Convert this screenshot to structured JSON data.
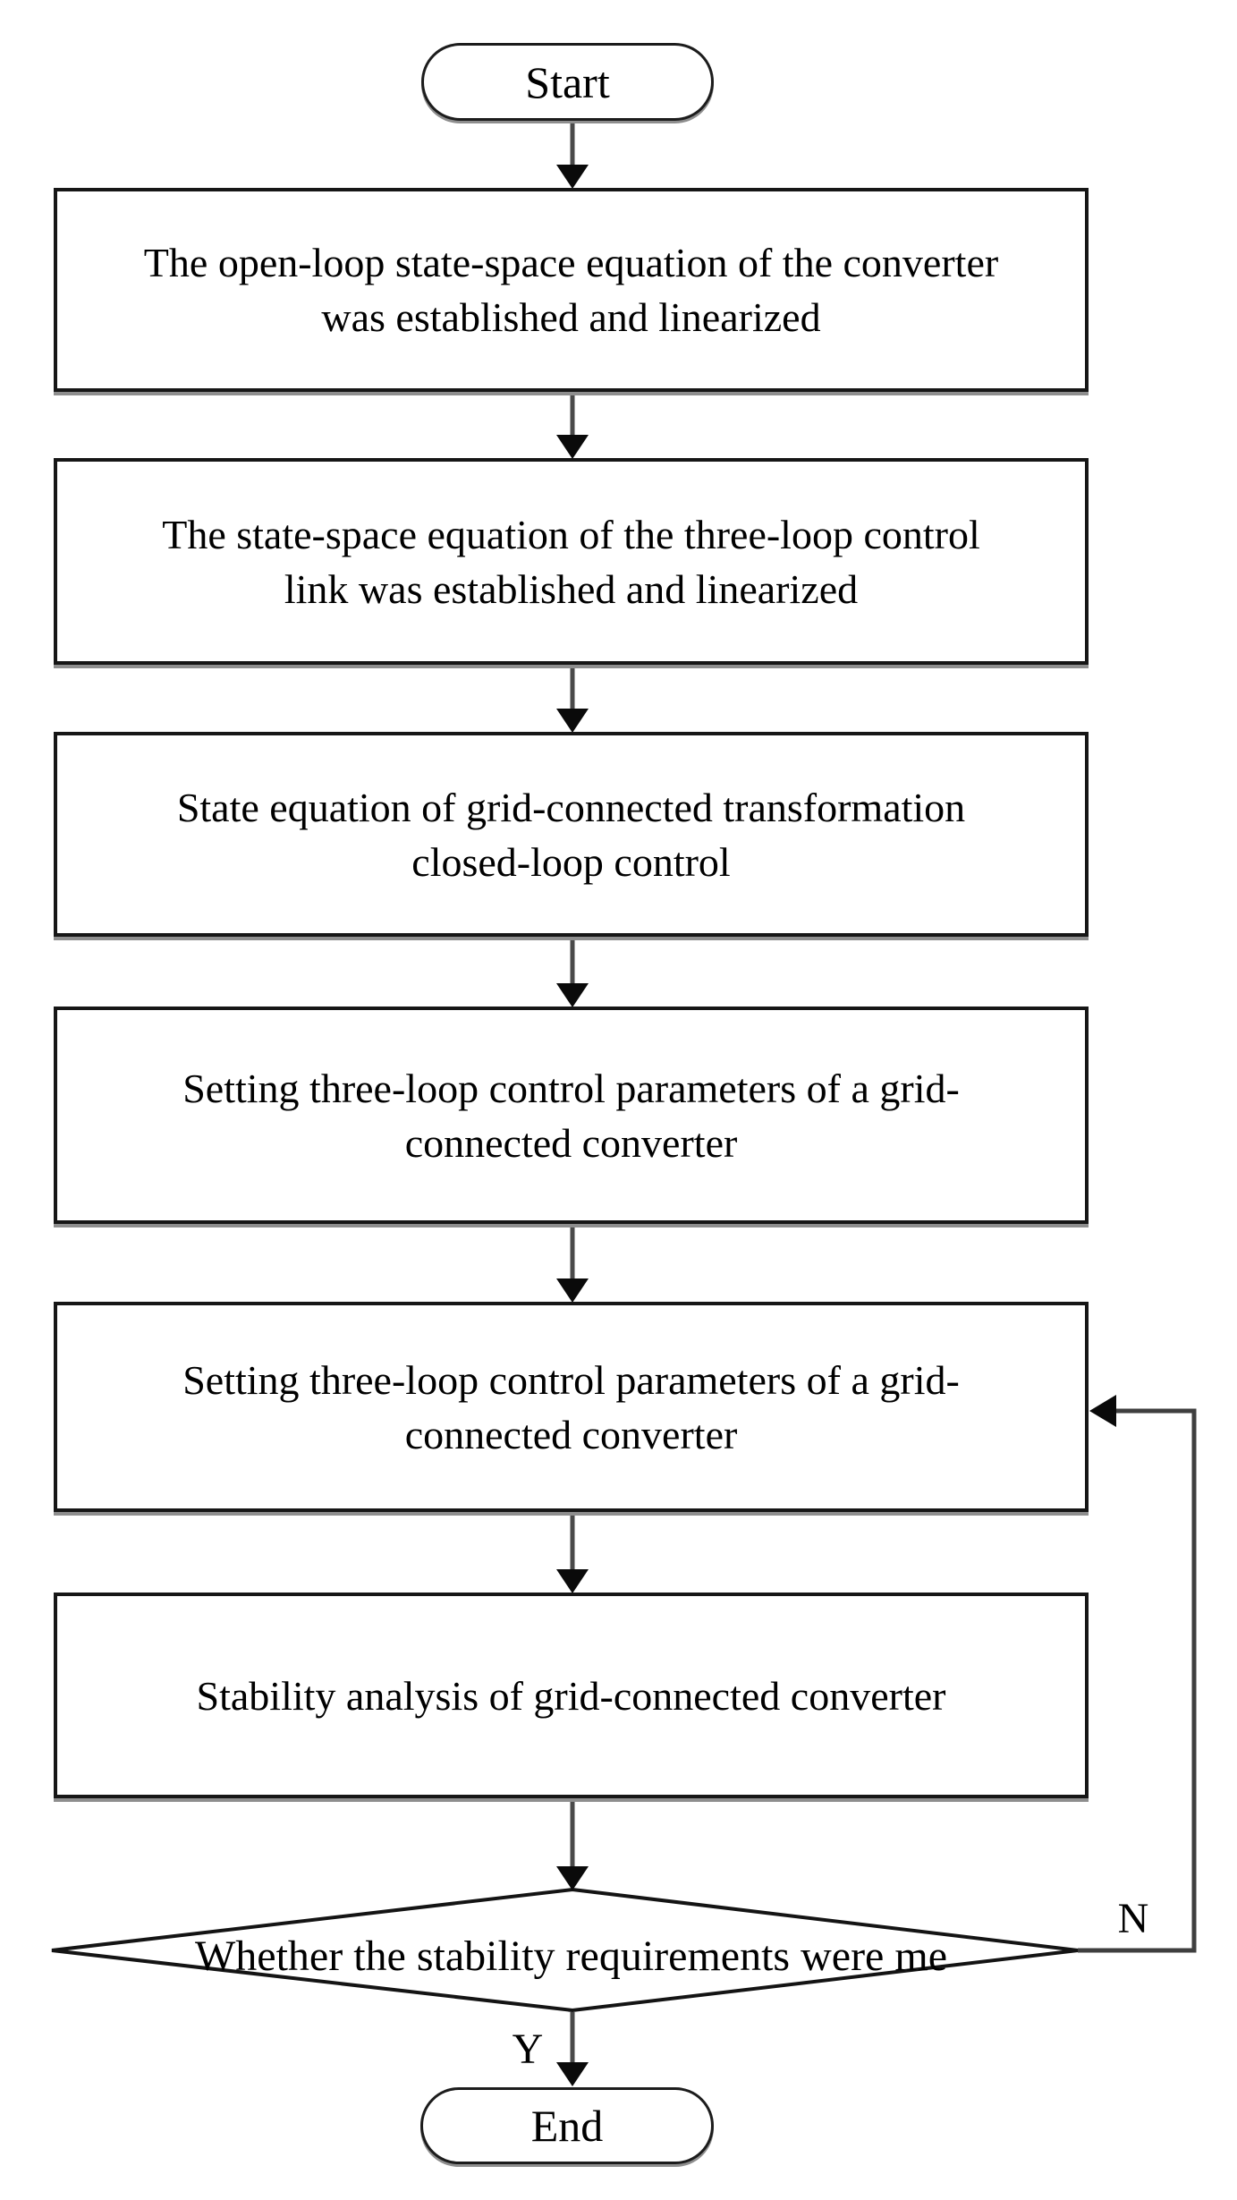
{
  "figure": {
    "start_label": "Start",
    "end_label": "End",
    "steps": [
      "The open-loop state-space equation of the converter\nwas established and linearized",
      "The state-space equation of the three-loop control\nlink was established and linearized",
      "State equation of grid-connected transformation\nclosed-loop control",
      "Setting three-loop control parameters of a grid-\nconnected converter",
      "Setting three-loop control parameters of a grid-\nconnected converter",
      "Stability analysis of grid-connected converter"
    ],
    "decision": {
      "text": "Whether the stability requirements were me",
      "no_label": "N",
      "yes_label": "Y"
    },
    "colors": {
      "background": "#ffffff",
      "box_border": "#161616",
      "arrow_shaft": "#4a4a4a",
      "arrow_head": "#0a0a0a",
      "shadow": "#8e8e8e",
      "text": "#000000"
    }
  }
}
